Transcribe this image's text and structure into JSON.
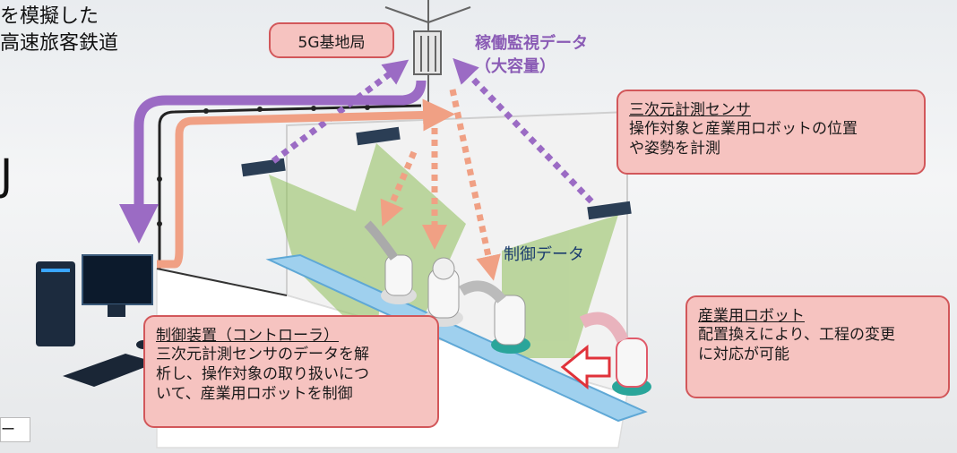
{
  "top_text": {
    "line1": "を模擬した",
    "line2": "高速旅客鉄道"
  },
  "left_fragment": "J",
  "bottom_left_fragment": "ー",
  "base_station": {
    "label": "5G基地局"
  },
  "monitoring": {
    "line1": "稼働監視データ",
    "line2": "（大容量）"
  },
  "control_data": "制御データ",
  "sensor_callout": {
    "head": "三次元計測センサ",
    "body": "操作対象と産業用ロボットの位置\nや姿勢を計測"
  },
  "controller_callout": {
    "head": "制御装置（コントローラ）",
    "body": "三次元計測センサのデータを解\n析し、操作対象の取り扱いにつ\nいて、産業用ロボットを制御"
  },
  "robot_callout": {
    "head": "産業用ロボット",
    "body": "配置換えにより、工程の変更\nに対応が可能"
  },
  "colors": {
    "purple_arrow": "#9b6bc4",
    "salmon_arrow": "#f0a084",
    "callout_fill": "#f6c3c0",
    "callout_border": "#d2575a",
    "green_beam": "#8fbf5a",
    "conveyor": "#9fd0ee"
  }
}
